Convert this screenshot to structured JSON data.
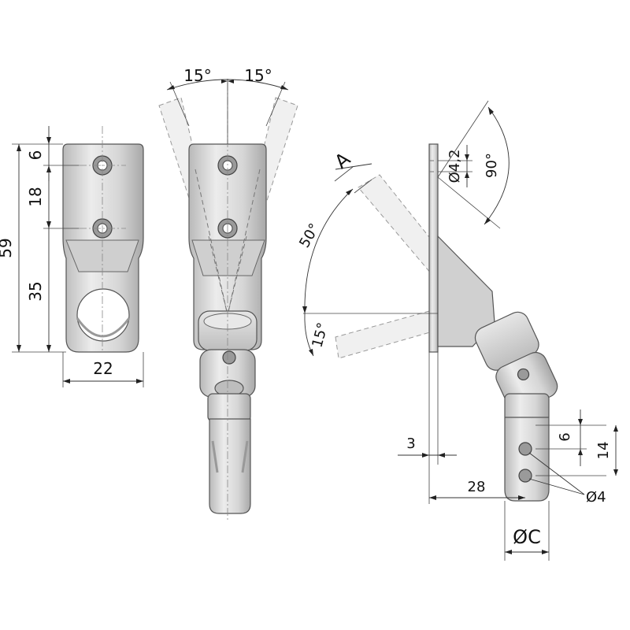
{
  "drawing": {
    "front_view": {
      "dim_total_height": "59",
      "dim_top_to_hole": "6",
      "dim_hole_spacing": "18",
      "dim_hole_to_bottom": "35",
      "dim_width": "22"
    },
    "swivel_view": {
      "angle_left": "15°",
      "angle_right": "15°"
    },
    "side_view": {
      "label_a": "A",
      "hole_diameter": "Ø4,2",
      "angle_right": "90°",
      "angle_up": "50°",
      "angle_down": "15°",
      "plate_thickness": "3",
      "pin_hole_top": "6",
      "pin_hole_span": "14",
      "offset_length": "28",
      "pin_hole_diameter": "Ø4",
      "pin_diameter": "ØC"
    }
  }
}
